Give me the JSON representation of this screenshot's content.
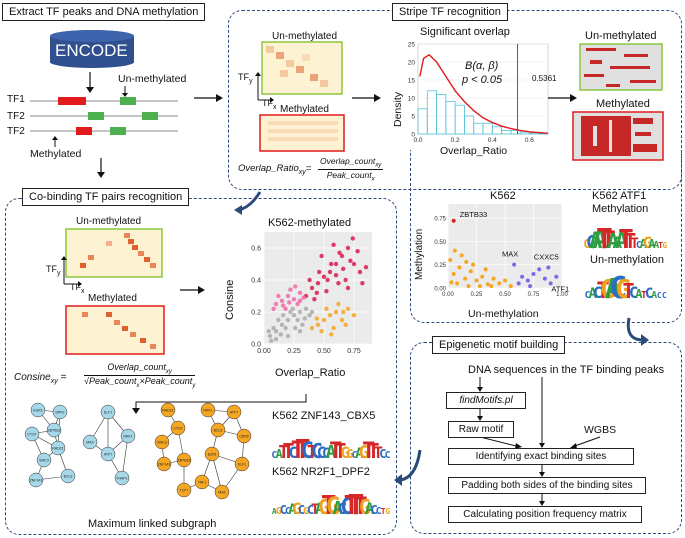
{
  "panels": {
    "extract_title": "Extract TF peaks and DNA methylation",
    "stripe_title": "Stripe TF recognition",
    "cobinding_title": "Co-binding TF pairs recognition",
    "epigenetic_title": "Epigenetic motif building"
  },
  "extract": {
    "encode_label": "ENCODE",
    "unmethylated_label": "Un-methylated",
    "methylated_label": "Methylated",
    "tracks": [
      "TF1",
      "TF2",
      "TF2"
    ]
  },
  "stripe": {
    "unmeth_label": "Un-methylated",
    "meth_label": "Methylated",
    "tfy": "TF",
    "tfy_sub": "y",
    "tfx": "TF",
    "tfx_sub": "x",
    "formula_lhs": "Overlap_Ratio",
    "formula_lhs_sub": "xy",
    "formula_num": "Overlap_count",
    "formula_num_sub": "xy",
    "formula_den": "Peak_count",
    "formula_den_sub": "x",
    "sig_title": "Significant overlap",
    "beta_label": "B(α, β)",
    "pval_label": "p < 0.05",
    "threshold_label": "0.5361",
    "right_unmeth": "Un-methylated",
    "right_meth": "Methylated"
  },
  "cobinding": {
    "unmeth_label": "Un-methylated",
    "meth_label": "Methylated",
    "tfy": "TF",
    "tfy_sub": "y",
    "tfx": "TF",
    "tfx_sub": "x",
    "formula_lhs": "Consine",
    "formula_lhs_sub": "xy",
    "formula_num": "Overlap_count",
    "formula_num_sub": "xy",
    "formula_den_a": "Peak_count",
    "formula_den_a_sub": "x",
    "formula_times": "×",
    "formula_den_b": "Peak_count",
    "formula_den_b_sub": "y",
    "network_caption": "Maximum linked subgraph",
    "motif1_title": "K562 ZNF143_CBX5",
    "motif2_title": "K562 NR2F1_DPF2",
    "blue_nodes": [
      "EGR1",
      "DPF2",
      "ZBTB33",
      "CTCF",
      "RAD21",
      "SMC3",
      "BCL3",
      "ZNF143",
      "ELF1",
      "NRF1",
      "ATF7",
      "THAP1",
      "MAX"
    ],
    "orange_nodes": [
      "RAD21",
      "SMC3",
      "CTCF",
      "ZNF143",
      "ZBTB33",
      "NRF1",
      "ATF7",
      "BCL3",
      "CBX5",
      "E2F6",
      "ELF1",
      "TAF1",
      "MAZ",
      "TCF7"
    ]
  },
  "k562_meth_chart": {
    "title": "K562-methylated",
    "xlabel": "Overlap_Ratio",
    "ylabel": "Consine"
  },
  "k562_chart": {
    "title": "K562",
    "xlabel": "Un-methylation",
    "ylabel": "Methylation",
    "annotations": [
      "ZBTB33",
      "MAX",
      "CXXC5",
      "ATF1"
    ]
  },
  "atf1": {
    "title": "K562 ATF1",
    "subtitle": "Methylation",
    "unmeth_label": "Un-methylation"
  },
  "epigenetic": {
    "input": "DNA sequences in the TF binding peaks",
    "find_motifs": "findMotifs.pl",
    "raw_motif": "Raw motif",
    "wgbs": "WGBS",
    "identify": "Identifying exact binding sites",
    "padding": "Padding both sides of the binding sites",
    "calc": "Calculating position frequency matrix"
  },
  "chart_data": [
    {
      "type": "bar",
      "title": "Significant overlap",
      "xlabel": "Overlap_Ratio",
      "ylabel": "Density",
      "xlim": [
        0,
        0.7
      ],
      "ylim": [
        0,
        25
      ],
      "x_ticks": [
        0.0,
        0.2,
        0.4,
        0.6
      ],
      "y_ticks": [
        0,
        5,
        10,
        15,
        20,
        25
      ],
      "bin_width": 0.05,
      "bins": [
        0.0,
        0.05,
        0.1,
        0.15,
        0.2,
        0.25,
        0.3,
        0.35,
        0.4,
        0.45,
        0.5,
        0.55,
        0.6,
        0.65
      ],
      "values": [
        7,
        12,
        11,
        9,
        8,
        5,
        3,
        3,
        2,
        1,
        1,
        0.5,
        0.3,
        0.2
      ],
      "fit_curve": {
        "name": "B(α, β)",
        "x": [
          0.01,
          0.03,
          0.06,
          0.1,
          0.15,
          0.2,
          0.25,
          0.3,
          0.35,
          0.4,
          0.45,
          0.5,
          0.55,
          0.6,
          0.65,
          0.7
        ],
        "y": [
          16,
          21,
          22,
          20,
          16,
          12,
          9,
          6.5,
          4.5,
          3.2,
          2.2,
          1.5,
          1,
          0.6,
          0.4,
          0.2
        ]
      },
      "threshold_line": 0.5361
    },
    {
      "type": "scatter",
      "title": "K562-methylated",
      "xlabel": "Overlap_Ratio",
      "ylabel": "Consine",
      "xlim": [
        0,
        0.9
      ],
      "ylim": [
        0,
        0.7
      ],
      "x_ticks": [
        0.0,
        0.25,
        0.5,
        0.75
      ],
      "y_ticks": [
        0.0,
        0.2,
        0.4,
        0.6
      ],
      "series": [
        {
          "color": "#d81b4f",
          "points": [
            [
              0.35,
              0.3
            ],
            [
              0.4,
              0.35
            ],
            [
              0.45,
              0.38
            ],
            [
              0.5,
              0.42
            ],
            [
              0.55,
              0.45
            ],
            [
              0.6,
              0.5
            ],
            [
              0.65,
              0.55
            ],
            [
              0.7,
              0.6
            ],
            [
              0.75,
              0.5
            ],
            [
              0.8,
              0.45
            ],
            [
              0.48,
              0.55
            ],
            [
              0.58,
              0.62
            ],
            [
              0.68,
              0.4
            ],
            [
              0.62,
              0.38
            ],
            [
              0.52,
              0.33
            ],
            [
              0.42,
              0.28
            ],
            [
              0.72,
              0.52
            ],
            [
              0.78,
              0.58
            ],
            [
              0.85,
              0.48
            ],
            [
              0.66,
              0.47
            ],
            [
              0.56,
              0.5
            ],
            [
              0.46,
              0.45
            ],
            [
              0.38,
              0.4
            ],
            [
              0.44,
              0.32
            ],
            [
              0.6,
              0.43
            ],
            [
              0.74,
              0.66
            ],
            [
              0.63,
              0.57
            ],
            [
              0.53,
              0.4
            ],
            [
              0.82,
              0.38
            ],
            [
              0.7,
              0.35
            ]
          ]
        },
        {
          "color": "#f06aa8",
          "points": [
            [
              0.1,
              0.25
            ],
            [
              0.15,
              0.27
            ],
            [
              0.2,
              0.3
            ],
            [
              0.25,
              0.28
            ],
            [
              0.3,
              0.32
            ],
            [
              0.18,
              0.22
            ],
            [
              0.22,
              0.34
            ],
            [
              0.28,
              0.25
            ],
            [
              0.12,
              0.3
            ],
            [
              0.33,
              0.29
            ],
            [
              0.26,
              0.36
            ],
            [
              0.16,
              0.24
            ],
            [
              0.21,
              0.26
            ],
            [
              0.3,
              0.27
            ],
            [
              0.08,
              0.22
            ]
          ]
        },
        {
          "color": "#aaaaaa",
          "points": [
            [
              0.05,
              0.05
            ],
            [
              0.1,
              0.08
            ],
            [
              0.15,
              0.12
            ],
            [
              0.2,
              0.15
            ],
            [
              0.25,
              0.18
            ],
            [
              0.3,
              0.2
            ],
            [
              0.35,
              0.22
            ],
            [
              0.08,
              0.1
            ],
            [
              0.12,
              0.15
            ],
            [
              0.18,
              0.1
            ],
            [
              0.22,
              0.2
            ],
            [
              0.28,
              0.15
            ],
            [
              0.32,
              0.12
            ],
            [
              0.38,
              0.18
            ],
            [
              0.4,
              0.2
            ],
            [
              0.06,
              0.02
            ],
            [
              0.14,
              0.06
            ],
            [
              0.26,
              0.1
            ],
            [
              0.2,
              0.05
            ],
            [
              0.3,
              0.08
            ],
            [
              0.1,
              0.03
            ],
            [
              0.16,
              0.18
            ],
            [
              0.24,
              0.22
            ],
            [
              0.34,
              0.16
            ],
            [
              0.04,
              0.08
            ]
          ]
        },
        {
          "color": "#f5a623",
          "points": [
            [
              0.4,
              0.1
            ],
            [
              0.45,
              0.12
            ],
            [
              0.5,
              0.15
            ],
            [
              0.55,
              0.18
            ],
            [
              0.6,
              0.2
            ],
            [
              0.65,
              0.15
            ],
            [
              0.7,
              0.22
            ],
            [
              0.48,
              0.08
            ],
            [
              0.58,
              0.1
            ],
            [
              0.68,
              0.12
            ],
            [
              0.52,
              0.22
            ],
            [
              0.62,
              0.25
            ],
            [
              0.44,
              0.16
            ],
            [
              0.75,
              0.18
            ],
            [
              0.56,
              0.06
            ],
            [
              0.66,
              0.2
            ]
          ]
        }
      ]
    },
    {
      "type": "scatter",
      "title": "K562",
      "xlabel": "Un-methylation",
      "ylabel": "Methylation",
      "xlim": [
        0,
        1
      ],
      "ylim": [
        0,
        0.9
      ],
      "x_ticks": [
        0.0,
        0.25,
        0.5,
        0.75,
        1.0
      ],
      "y_ticks": [
        0.0,
        0.25,
        0.5,
        0.75
      ],
      "series": [
        {
          "color": "#d62728",
          "points": [
            [
              0.05,
              0.72
            ]
          ]
        },
        {
          "color": "#f5a623",
          "points": [
            [
              0.02,
              0.3
            ],
            [
              0.05,
              0.15
            ],
            [
              0.08,
              0.05
            ],
            [
              0.1,
              0.22
            ],
            [
              0.15,
              0.1
            ],
            [
              0.18,
              0.02
            ],
            [
              0.2,
              0.18
            ],
            [
              0.25,
              0.08
            ],
            [
              0.3,
              0.12
            ],
            [
              0.35,
              0.04
            ],
            [
              0.12,
              0.35
            ],
            [
              0.22,
              0.25
            ],
            [
              0.28,
              0.02
            ],
            [
              0.4,
              0.1
            ],
            [
              0.45,
              0.05
            ],
            [
              0.03,
              0.06
            ],
            [
              0.06,
              0.4
            ],
            [
              0.16,
              0.28
            ],
            [
              0.33,
              0.2
            ],
            [
              0.38,
              0.02
            ],
            [
              0.5,
              0.08
            ],
            [
              0.55,
              0.02
            ]
          ]
        },
        {
          "color": "#7b68ee",
          "points": [
            [
              0.58,
              0.25
            ],
            [
              0.65,
              0.12
            ],
            [
              0.7,
              0.08
            ],
            [
              0.75,
              0.15
            ],
            [
              0.8,
              0.2
            ],
            [
              0.85,
              0.1
            ],
            [
              0.9,
              0.05
            ],
            [
              0.95,
              0.12
            ],
            [
              0.72,
              0.02
            ],
            [
              0.88,
              0.22
            ],
            [
              0.62,
              0.05
            ]
          ]
        }
      ],
      "annotations": [
        {
          "text": "ZBTB33",
          "x": 0.05,
          "y": 0.72
        },
        {
          "text": "MAX",
          "x": 0.58,
          "y": 0.25
        },
        {
          "text": "CXXC5",
          "x": 0.88,
          "y": 0.22
        },
        {
          "text": "ATF1",
          "x": 0.95,
          "y": 0.05
        }
      ]
    }
  ]
}
